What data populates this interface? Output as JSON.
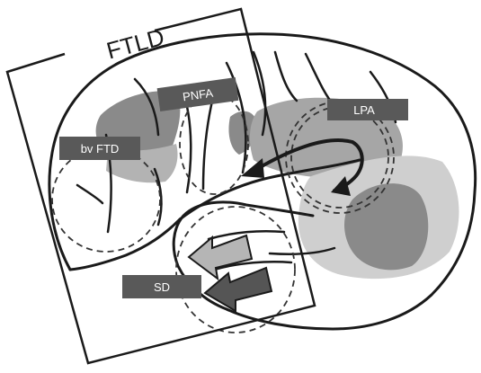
{
  "diagram": {
    "group_label": "FTLD",
    "labels": {
      "bvftd": "bv FTD",
      "pnfa": "PNFA",
      "lpa": "LPA",
      "sd": "SD"
    },
    "colors": {
      "outline": "#1a1a1a",
      "region_dark": "#8a8a8a",
      "region_mid": "#a6a6a6",
      "region_light": "#cfcfcf",
      "label_box": "#595959",
      "label_text": "#ffffff",
      "arrow_light": "#b5b5b5",
      "arrow_dark": "#555555"
    }
  }
}
